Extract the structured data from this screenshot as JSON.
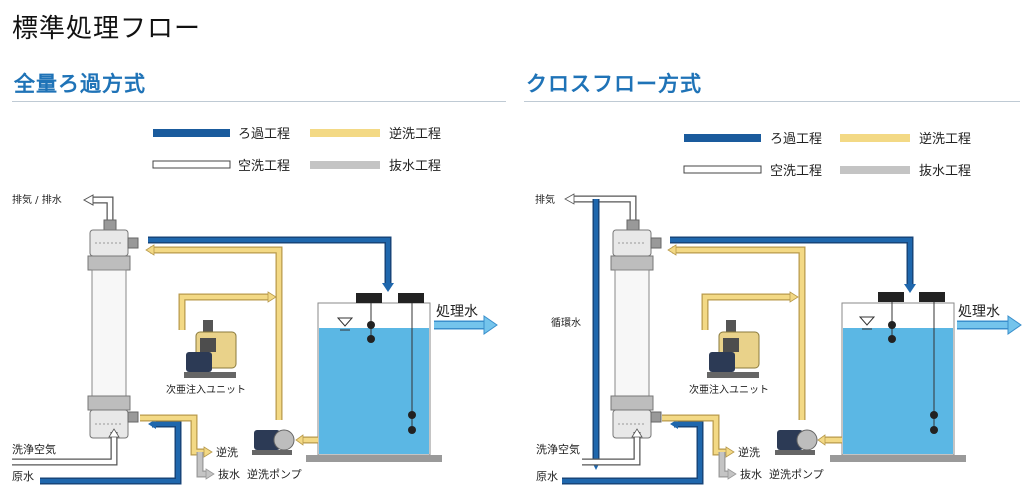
{
  "page_title": "標準処理フロー",
  "colors": {
    "filtration": "#1a5b9d",
    "backwash": "#f3d985",
    "air_wash": "#ffffff",
    "drain": "#c4c4c4",
    "water": "#5bb7e4",
    "accent": "#1f73b7"
  },
  "legend": {
    "filtration": "ろ過工程",
    "backwash": "逆洗工程",
    "air_wash": "空洗工程",
    "drain": "抜水工程"
  },
  "left": {
    "title": "全量ろ過方式",
    "vent": "排気 / 排水",
    "treated_water": "処理水",
    "dosing_unit": "次亜注入ユニット",
    "air_wash_in": "洗浄空気",
    "raw_water": "原水",
    "backwash_out": "逆洗",
    "drain_out": "抜水",
    "backwash_pump": "逆洗ポンプ"
  },
  "right": {
    "title": "クロスフロー方式",
    "vent": "排気",
    "circulation": "循環水",
    "treated_water": "処理水",
    "dosing_unit": "次亜注入ユニット",
    "air_wash_in": "洗浄空気",
    "raw_water": "原水",
    "backwash_out": "逆洗",
    "drain_out": "抜水",
    "backwash_pump": "逆洗ポンプ"
  }
}
